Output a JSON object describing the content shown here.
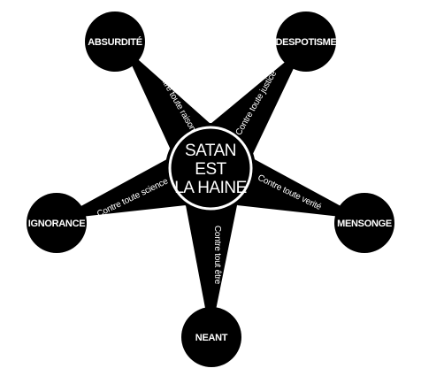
{
  "center": {
    "lines": [
      "SATAN",
      "EST",
      "LA HAINE"
    ]
  },
  "nodes": {
    "absurdite": "ABSURDITÉ",
    "despotisme": "DESPOTISME",
    "mensonge": "MENSONGE",
    "neant": "NEANT",
    "ignorance": "IGNORANCE"
  },
  "arms": {
    "raison": "Contre toute raison",
    "justice": "Contre toute justice",
    "verite": "Contre toute verité",
    "etre": "Contre tout être",
    "science": "Contre toute science"
  },
  "colors": {
    "fill": "#000000",
    "text": "#ffffff",
    "background": "#ffffff"
  }
}
